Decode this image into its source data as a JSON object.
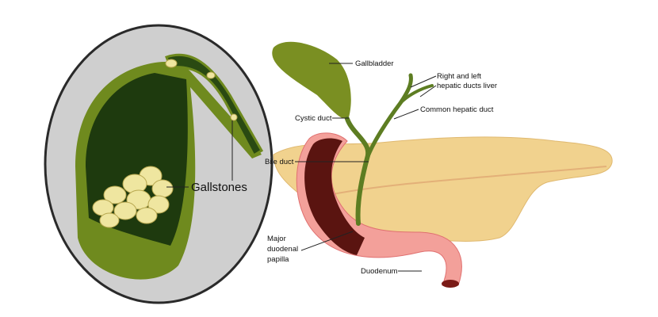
{
  "inset": {
    "label": "Gallstones"
  },
  "labels": {
    "gallbladder": "Gallbladder",
    "hepatic_ducts_line1": "Right and left",
    "hepatic_ducts_line2": "hepatic ducts liver",
    "common_hepatic_duct": "Common hepatic duct",
    "cystic_duct": "Cystic duct",
    "bile_duct": "Bile duct",
    "papilla_line1": "Major",
    "papilla_line2": "duodenal",
    "papilla_line3": "papilla",
    "duodenum": "Duodenum"
  },
  "colors": {
    "inset_bg": "#cfcfcf",
    "gallbladder_green": "#6f8a1e",
    "dark_green": "#1e3a0e",
    "stone": "#efe6a0",
    "pancreas": "#f1d28e",
    "duodenum": "#f3a09a",
    "duodenum_inner": "#5a1410"
  }
}
